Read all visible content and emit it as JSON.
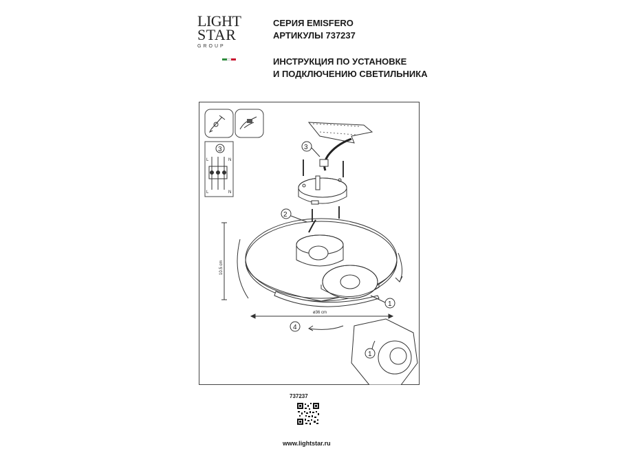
{
  "brand": {
    "line1": "LIGHT",
    "line2": "STAR",
    "line3": "GROUP",
    "flag_colors": [
      "#2e8b3d",
      "#ffffff",
      "#c8102e"
    ]
  },
  "header": {
    "series": "СЕРИЯ EMISFERO",
    "articles": "АРТИКУЛЫ 737237",
    "title_line1": "ИНСТРУКЦИЯ ПО УСТАНОВКЕ",
    "title_line2": "И ПОДКЛЮЧЕНИЮ СВЕТИЛЬНИКА"
  },
  "diagram": {
    "step_labels": [
      "1",
      "2",
      "3",
      "4"
    ],
    "height_dimension": "10.5 cm",
    "diameter_dimension": "ø36 cm",
    "wire_labels": {
      "live": "L",
      "neutral": "N"
    },
    "tool_icons": [
      "screwdriver-icon",
      "wire-stripper-icon"
    ]
  },
  "footer": {
    "article": "737237",
    "website": "www.lightstar.ru"
  }
}
